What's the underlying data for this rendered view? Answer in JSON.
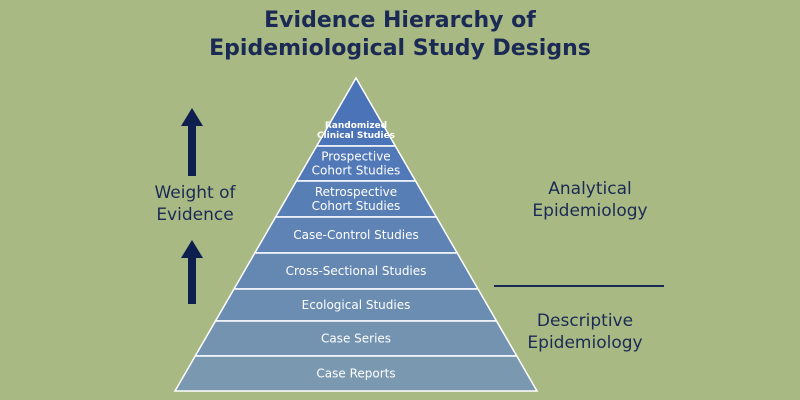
{
  "title": {
    "line1": "Evidence Hierarchy of",
    "line2": "Epidemiological Study Designs"
  },
  "weight_label": {
    "line1": "Weight of",
    "line2": "Evidence"
  },
  "analytical_label": {
    "line1": "Analytical",
    "line2": "Epidemiology"
  },
  "descriptive_label": {
    "line1": "Descriptive",
    "line2": "Epidemiology"
  },
  "levels": [
    {
      "lines": [
        "Randomized",
        "Clinical Studies"
      ]
    },
    {
      "lines": [
        "Prospective",
        "Cohort Studies"
      ]
    },
    {
      "lines": [
        "Retrospective",
        "Cohort Studies"
      ]
    },
    {
      "lines": [
        "Case-Control Studies"
      ]
    },
    {
      "lines": [
        "Cross-Sectional Studies"
      ]
    },
    {
      "lines": [
        "Ecological Studies"
      ]
    },
    {
      "lines": [
        "Case Series"
      ]
    },
    {
      "lines": [
        "Case Reports"
      ]
    }
  ],
  "colors": {
    "background": "#a8b983",
    "text_dark": "#1b2a55",
    "pyramid_top": "#4a73b8",
    "pyramid_bottom": "#7a98b0",
    "pyramid_text": "#ffffff",
    "arrow": "#0d1f4f"
  },
  "icons": {
    "up_arrow": "arrow-up-icon"
  }
}
